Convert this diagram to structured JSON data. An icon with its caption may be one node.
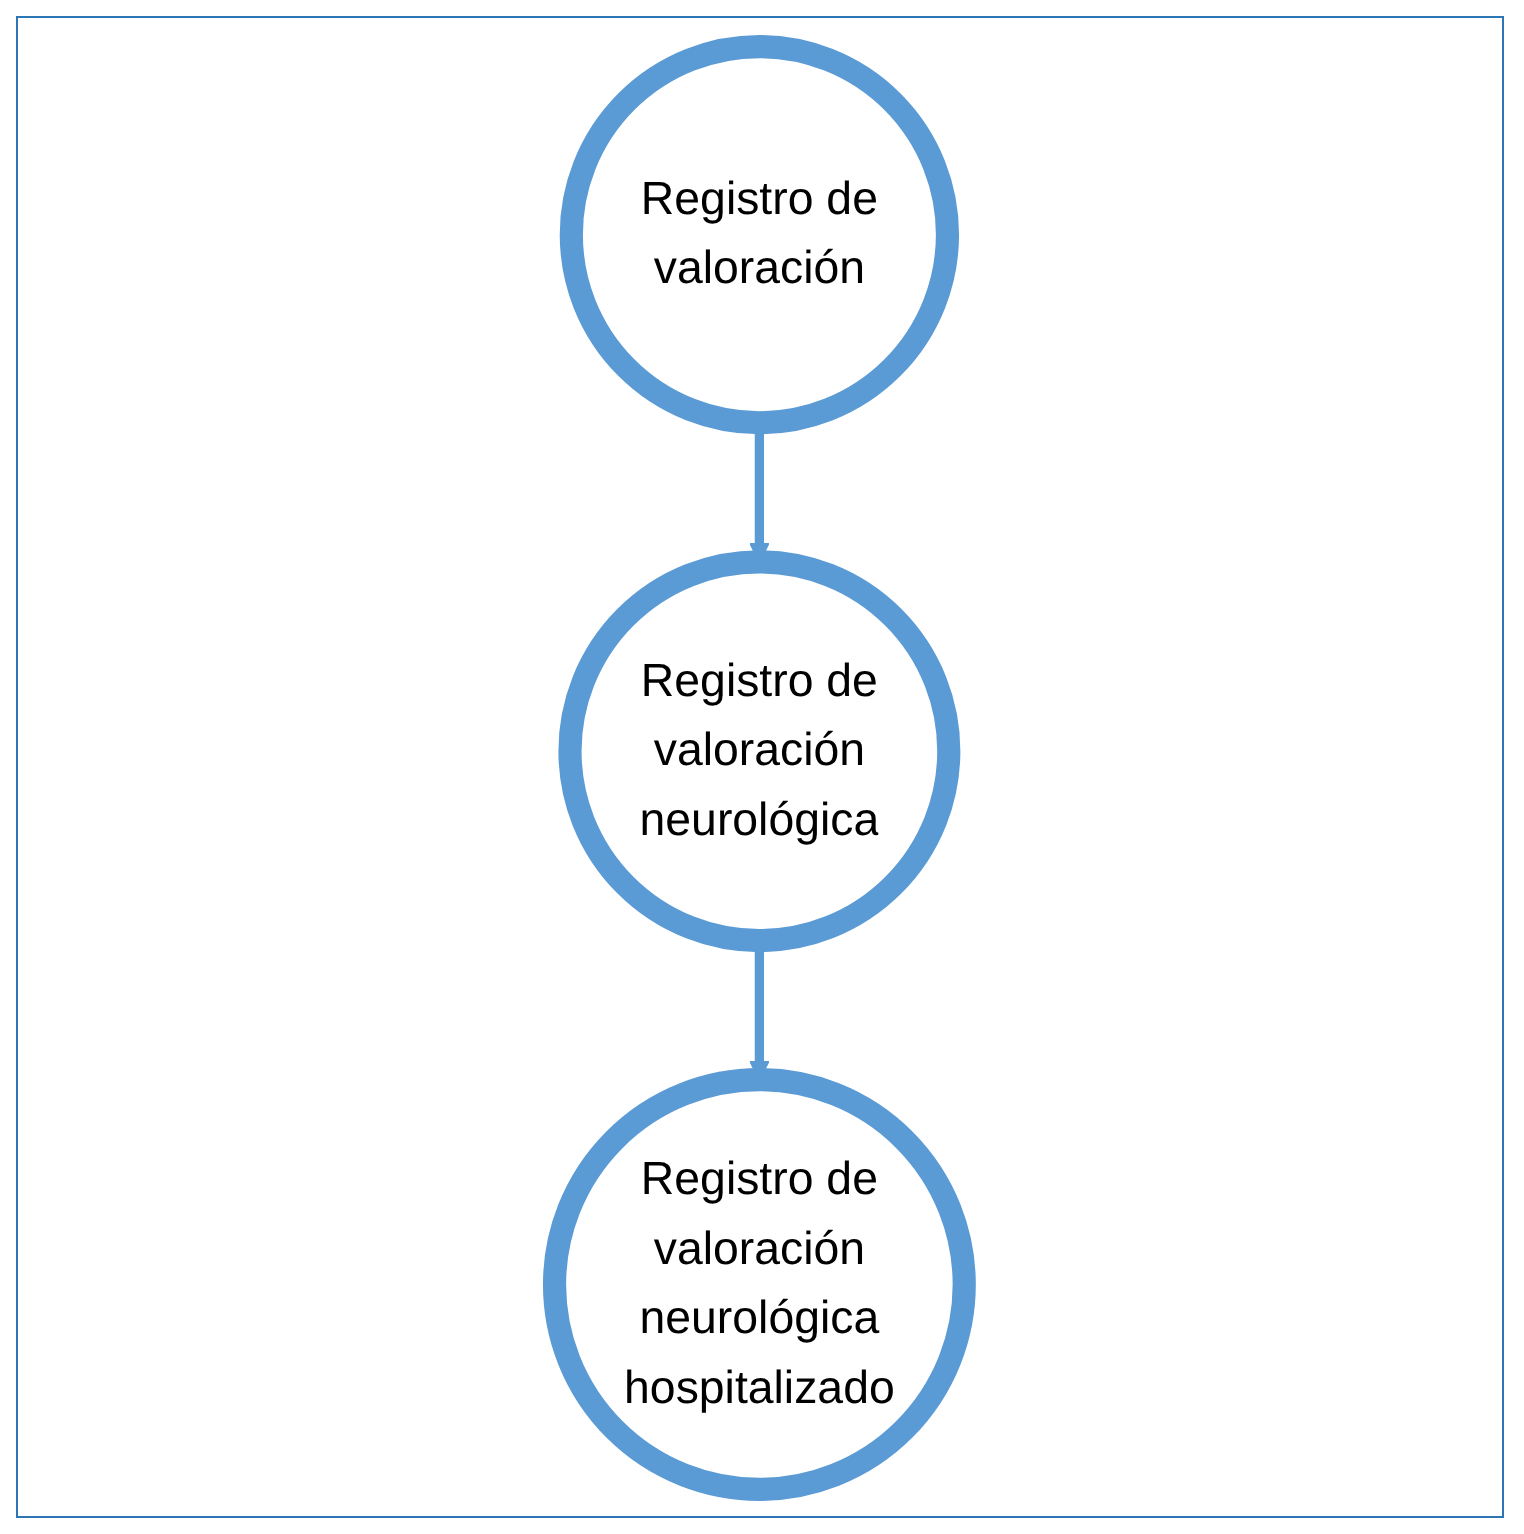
{
  "diagram": {
    "nodes": [
      {
        "text": [
          "Registro de valoración"
        ]
      },
      {
        "text": [
          "Registro de valoración neurológica"
        ]
      },
      {
        "text": [
          "Registro de valoración neurológica hospitalizado"
        ]
      }
    ],
    "edges": [
      {
        "from": 0,
        "to": 1,
        "arrow": "to"
      },
      {
        "from": 1,
        "to": 2,
        "arrow": "to"
      }
    ]
  }
}
